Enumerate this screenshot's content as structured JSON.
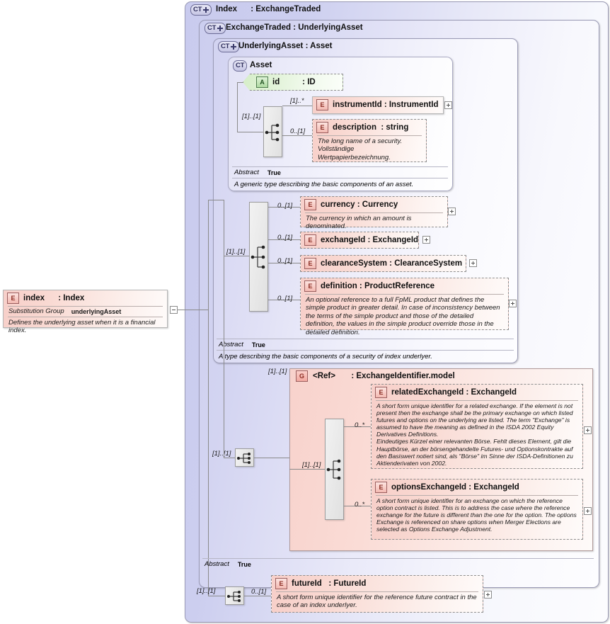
{
  "diagram": {
    "title": "Index : ExchangeTraded",
    "kind": "xsd-schema-diagram"
  },
  "containers": {
    "index": {
      "tag": "CT",
      "label": "Index      : ExchangeTraded",
      "expandable": true
    },
    "exchange_traded": {
      "tag": "CT",
      "label": "ExchangeTraded : UnderlyingAsset",
      "expandable": true
    },
    "underlying_asset": {
      "tag": "CT",
      "label": "UnderlyingAsset : Asset",
      "expandable": true
    },
    "asset": {
      "tag": "CT",
      "label": "Asset",
      "expandable": false
    }
  },
  "footers": {
    "asset": {
      "abstract_key": "Abstract",
      "abstract_value": "True",
      "doc": "A generic type describing the basic components of an asset."
    },
    "underlying_asset": {
      "abstract_key": "Abstract",
      "abstract_value": "True",
      "doc": "A type describing the basic components of a security of index underlyer."
    },
    "exchange_traded": {
      "abstract_key": "Abstract",
      "abstract_value": "True"
    }
  },
  "root_element": {
    "chip": "E",
    "name": "index      : Index",
    "prop_key": "Substitution Group",
    "prop_value": "underlyingAsset",
    "doc": "Defines the underlying asset when it is a financial index.",
    "toggle": "minus"
  },
  "nodes": {
    "id": {
      "chip": "A",
      "name": "id          : ID"
    },
    "instrumentId": {
      "chip": "E",
      "name": "instrumentId : InstrumentId",
      "cardinality": "[1]..*",
      "toggle": "plus"
    },
    "description": {
      "chip": "E",
      "name": "description  : string",
      "cardinality": "0..[1]",
      "doc": "The long name of a security.\nVollständige Wertpapierbezeichnung."
    },
    "currency": {
      "chip": "E",
      "name": "currency : Currency",
      "cardinality": "0..[1]",
      "doc": "The currency in which an amount is denominated.",
      "toggle": "plus"
    },
    "exchangeId": {
      "chip": "E",
      "name": "exchangeId : ExchangeId",
      "cardinality": "0..[1]",
      "toggle": "plus"
    },
    "clearanceSystem": {
      "chip": "E",
      "name": "clearanceSystem : ClearanceSystem",
      "cardinality": "0..[1]",
      "toggle": "plus"
    },
    "definition": {
      "chip": "E",
      "name": "definition : ProductReference",
      "cardinality": "0..[1]",
      "doc": "An optional reference to a full FpML product that defines the simple product in greater detail. In case of inconsistency between the terms of the simple product and those of the detailed definition, the values in the simple product override those in the detailed definition.",
      "toggle": "plus"
    },
    "exchangeIdentifierModel": {
      "chip": "G",
      "name": "<Ref>       : ExchangeIdentifier.model",
      "cardinality": "[1]..[1]"
    },
    "relatedExchangeId": {
      "chip": "E",
      "name": "relatedExchangeId : ExchangeId",
      "cardinality": "0..*",
      "doc": "A short form unique identifier for a related exchange. If the element is not present then the exchange shall be the primary exchange on which listed futures and options on the underlying are listed. The term \"Exchange\" is assumed to have the meaning as defined in the ISDA 2002 Equity Derivatives Definitions.\nEindeutiges Kürzel einer relevanten Börse. Fehlt dieses Element, gilt die Hauptbörse, an der börsengehandelte Futures- und Optionskontrakte auf den Basiswert notiert sind, als \"Börse\" im Sinne der ISDA-Definitionen zu Aktienderivaten von 2002.",
      "toggle": "plus"
    },
    "optionsExchangeId": {
      "chip": "E",
      "name": "optionsExchangeId : ExchangeId",
      "cardinality": "0..*",
      "doc": "A short form unique identifier for an exchange on which the reference option contract is listed. This is to address the case where the reference exchange for the future is different than the one for the option. The options Exchange is referenced on share options when Merger Elections are selected as Options Exchange Adjustment.",
      "toggle": "plus"
    },
    "futureId": {
      "chip": "E",
      "name": "futureId   : FutureId",
      "cardinality": "0..[1]",
      "doc": "A short form unique identifier for the reference future contract in the case of an index underlyer.",
      "toggle": "plus"
    }
  },
  "compositors": {
    "asset_sequence": {
      "icon": "sequence-icon",
      "cardinality": "[1]..[1]"
    },
    "underlying_sequence": {
      "icon": "sequence-icon",
      "cardinality": "[1]..[1]"
    },
    "exchange_traded_sequence": {
      "icon": "sequence-icon",
      "cardinality": "[1]..[1]"
    },
    "group_sequence": {
      "icon": "sequence-icon",
      "cardinality": "[1]..[1]"
    },
    "future_sequence": {
      "icon": "sequence-icon",
      "cardinality": "[1]..[1]"
    }
  },
  "colors": {
    "element_fill": "#f9d8d1",
    "attribute_fill": "#dff0d4",
    "container_fill": "#ccceef",
    "group_fill": "#fadcd6",
    "line": "#8a8a8a"
  }
}
